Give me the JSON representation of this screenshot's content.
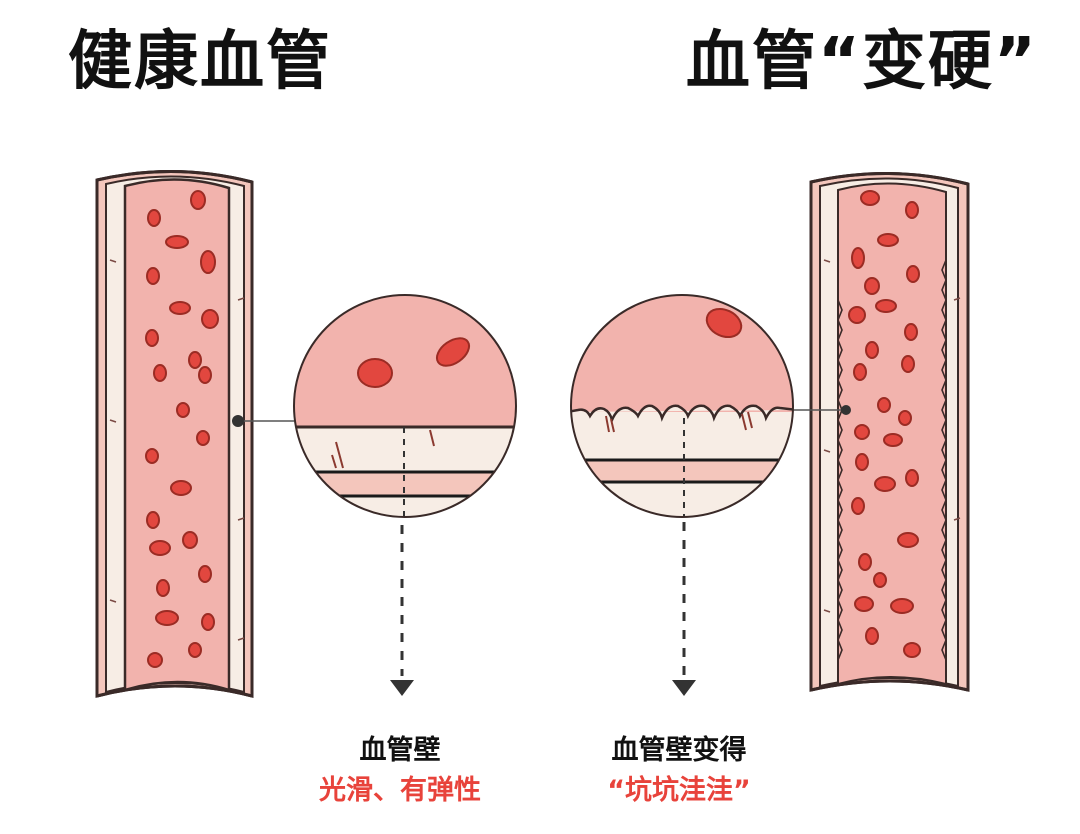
{
  "titles": {
    "left": "健康血管",
    "right": "血管“变硬”"
  },
  "captions": {
    "left": {
      "line1": "血管壁",
      "line2": "光滑、有弹性"
    },
    "right": {
      "line1": "血管壁变得",
      "line2": "“坑坑洼洼”"
    }
  },
  "colors": {
    "lumen": "#f2b3ad",
    "wall_inner": "#f7ede5",
    "wall_outer": "#f4c6bc",
    "cell_fill": "#e2473f",
    "cell_stroke": "#9b2c24",
    "outline": "#3a2a28",
    "accent_red": "#e8433b"
  }
}
